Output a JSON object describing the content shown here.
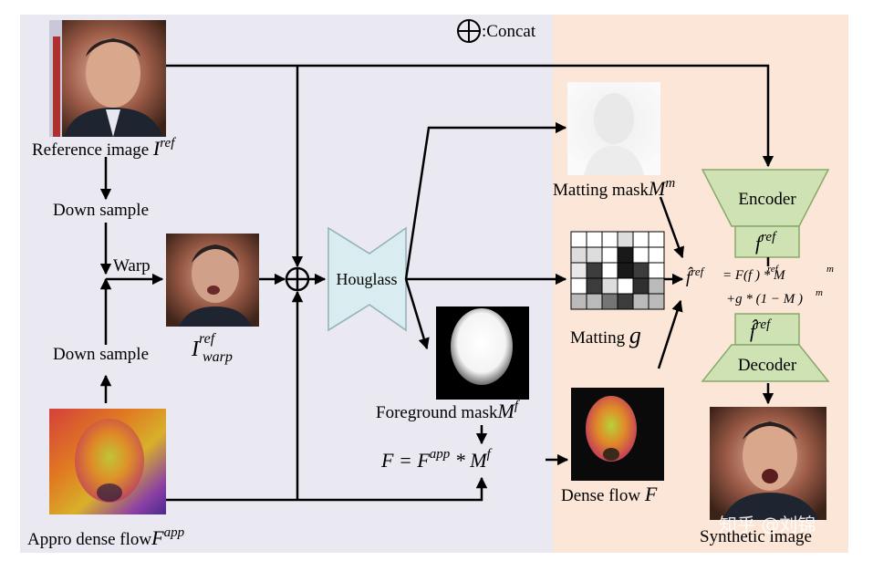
{
  "legend": {
    "concat_label": ":Concat"
  },
  "labels": {
    "reference_image": "Reference image ",
    "reference_symbol": "I",
    "reference_sup": "ref",
    "down_sample_1": "Down sample",
    "warp": "Warp",
    "down_sample_2": "Down sample",
    "warped_symbol": "I",
    "warped_sup": "ref",
    "warped_sub": "warp",
    "appro_dense_flow": "Appro dense flow",
    "appro_symbol": "F",
    "appro_sup": "app",
    "hourglass": "Houglass",
    "foreground_mask": "Foreground mask",
    "foreground_symbol": "M",
    "foreground_sup": "f",
    "matting_mask": "Matting mask",
    "matting_mask_symbol": "M",
    "matting_mask_sup": "m",
    "matting": "Matting ",
    "matting_symbol": "g",
    "dense_flow": "Dense flow ",
    "dense_flow_symbol": "F",
    "encoder": "Encoder",
    "decoder": "Decoder",
    "synthetic_image": "Synthetic image",
    "watermark": "知乎 @刘锦"
  },
  "equations": {
    "flow_lhs": "F",
    "flow_eq": " = ",
    "flow_F": "F",
    "flow_app": "app",
    "flow_star": " * ",
    "flow_M": "M",
    "flow_f": "f",
    "fhat_top": "f̂",
    "fhat_top_sup": "ref",
    "f_enc": "f",
    "f_enc_sup": "ref",
    "fhat_dec": "f̂",
    "fhat_dec_sup": "ref",
    "blend_line1": "= F(f   ) * M",
    "blend_line1_sup_ref": "ref",
    "blend_line1_sup_m": "m",
    "blend_line2": "+g * (1 − M  )",
    "blend_line2_sup_m": "m"
  },
  "colors": {
    "left_panel": "#eae8f1",
    "right_panel": "#fbe6d8",
    "trapezoid_fill": "#cfe2b4",
    "trapezoid_stroke": "#8aa86a",
    "hourglass_fill": "#d9ecef",
    "hourglass_stroke": "#8fb1b8",
    "arrow": "#000000"
  },
  "matting_grid": [
    [
      0,
      0,
      0,
      0.15,
      0,
      0
    ],
    [
      0.15,
      0.15,
      0,
      1,
      0,
      0
    ],
    [
      0.1,
      0.85,
      0,
      1,
      0.85,
      0
    ],
    [
      0,
      0.85,
      0.15,
      0,
      0.9,
      0.3
    ],
    [
      0.3,
      0.3,
      0.6,
      0.85,
      0.3,
      0.3
    ]
  ]
}
